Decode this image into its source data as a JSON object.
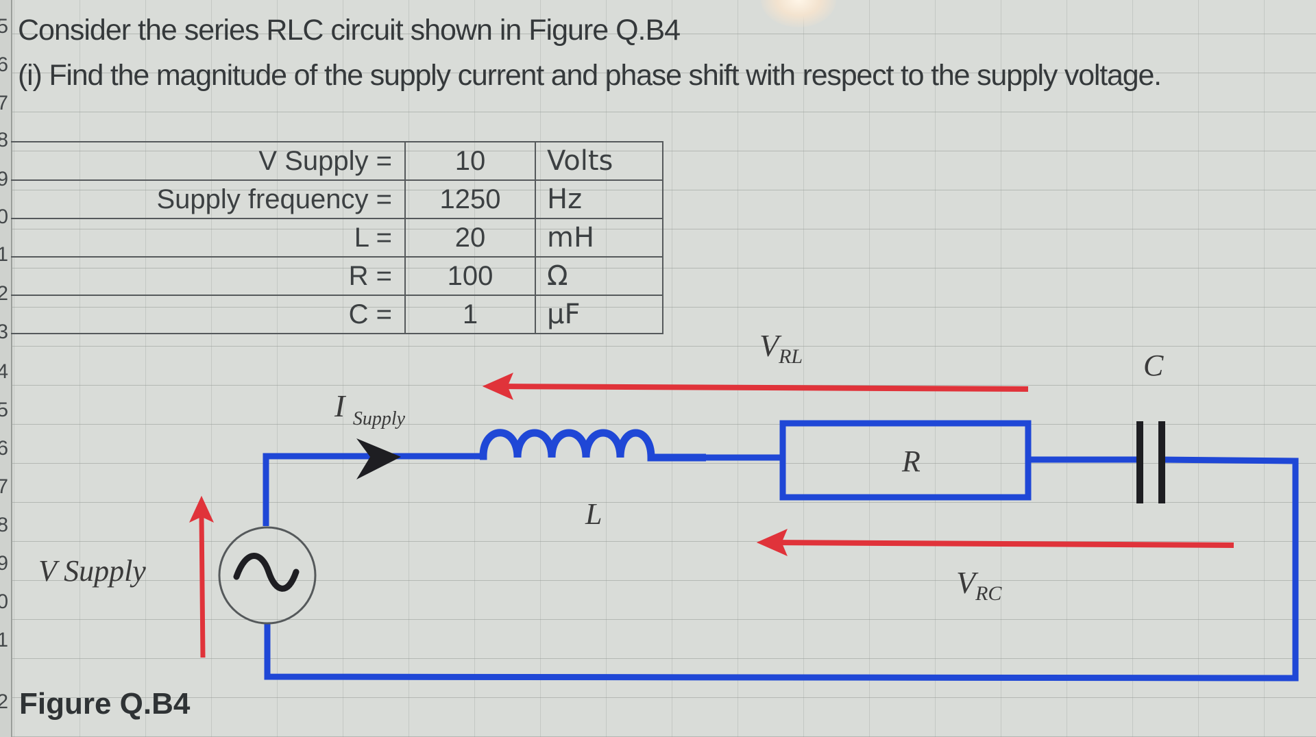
{
  "question": {
    "title": "Consider the series RLC circuit shown in Figure Q.B4",
    "part_i": "(i) Find the magnitude of the supply current and phase shift with respect to the supply voltage."
  },
  "row_numbers": [
    "5",
    "6",
    "7",
    "8",
    "9",
    "0",
    "1",
    "2",
    "3",
    "4",
    "5",
    "6",
    "7",
    "8",
    "9",
    "0",
    "1",
    "2"
  ],
  "parameters": [
    {
      "label": "V Supply =",
      "value": "10",
      "unit": "Volts"
    },
    {
      "label": "Supply frequency =",
      "value": "1250",
      "unit": "Hz"
    },
    {
      "label": "L =",
      "value": "20",
      "unit": "mH"
    },
    {
      "label": "R =",
      "value": "100",
      "unit": "Ω"
    },
    {
      "label": "C =",
      "value": "1",
      "unit": "μF"
    }
  ],
  "circuit": {
    "labels": {
      "v_rl": "V",
      "v_rl_sub": "RL",
      "v_rc": "V",
      "v_rc_sub": "RC",
      "capacitor": "C",
      "resistor": "R",
      "inductor": "L",
      "i_supply": "I",
      "i_supply_sub": "Supply",
      "v_supply": "V Supply"
    },
    "colors": {
      "wire": "#1f47d6",
      "arrow": "#e0333a",
      "component": "#1e1e22"
    }
  },
  "figure_caption": "Figure Q.B4"
}
